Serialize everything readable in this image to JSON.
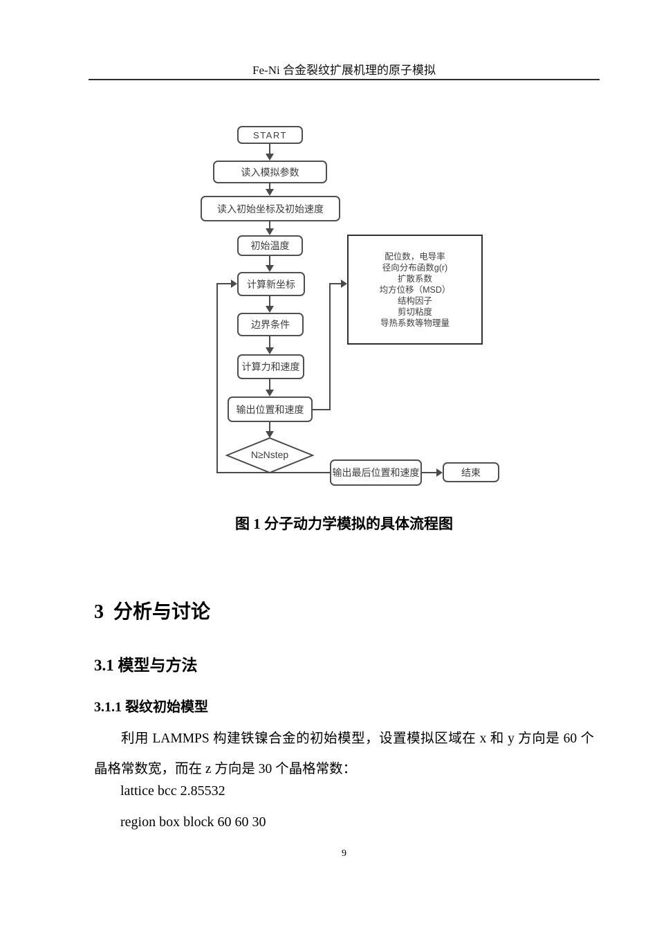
{
  "header": {
    "title": "Fe-Ni 合金裂纹扩展机理的原子模拟"
  },
  "flowchart": {
    "start": "START",
    "read_params": "读入模拟参数",
    "read_coords": "读入初始坐标及初始速度",
    "init_temp": "初始温度",
    "calc_new_coords": "计算新坐标",
    "boundary": "边界条件",
    "calc_force": "计算力和速度",
    "output_pos": "输出位置和速度",
    "decision": "N≥Nstep",
    "output_final": "输出最后位置和速度",
    "end": "结束",
    "side_box_lines": [
      "配位数，电导率",
      "径向分布函数g(r)",
      "扩散系数",
      "均方位移（MSD）",
      "结构因子",
      "剪切粘度",
      "导热系数等物理量"
    ]
  },
  "caption": "图 1 分子动力学模拟的具体流程图",
  "sections": {
    "h1": "3  分析与讨论",
    "h2": "3.1 模型与方法",
    "h3": "3.1.1 裂纹初始模型"
  },
  "paragraph": "利用 LAMMPS 构建铁镍合金的初始模型，设置模拟区域在 x 和 y 方向是 60 个晶格常数宽，而在 z 方向是 30 个晶格常数：",
  "code_lines": [
    "lattice bcc 2.85532",
    "region box block 60 60 30"
  ],
  "page_number": "9",
  "colors": {
    "flowchart_stroke": "#4a4a4a",
    "text": "#000000",
    "rule": "#2e2e2e"
  }
}
